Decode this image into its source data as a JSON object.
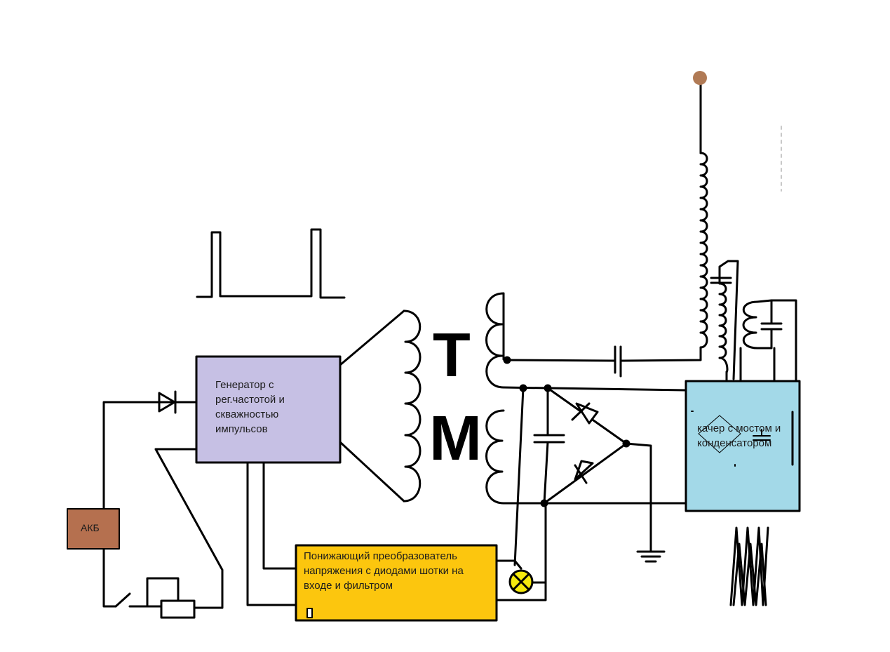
{
  "battery": {
    "label": "АКБ",
    "color": "#b5704f"
  },
  "generator": {
    "label": "Генератор с рег.частотой и скважностью импульсов",
    "color": "#c6c0e4"
  },
  "transformer": {
    "letter_top": "Т",
    "letter_bottom": "М"
  },
  "converter": {
    "label": "Понижающий преобразователь напряжения с диодами шотки на входе и фильтром",
    "color": "#fcc60e"
  },
  "kacher": {
    "label": "качер с мостом и конденсатором",
    "color": "#a3d9e8"
  },
  "antenna_ball_color": "#b07a55"
}
